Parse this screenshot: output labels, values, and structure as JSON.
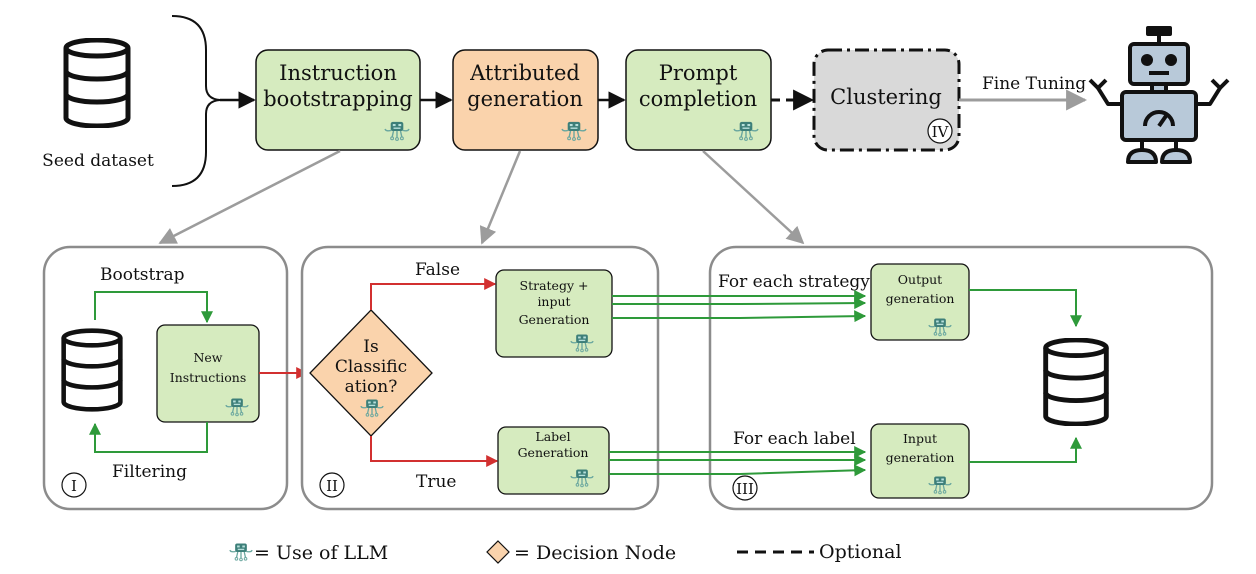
{
  "colors": {
    "green_fill": "#d6ebbf",
    "orange_fill": "#fad3ac",
    "gray_fill": "#d9d9d9",
    "panel_stroke": "#8c8c8c",
    "flow_green": "#2e9a3a",
    "flow_red": "#d23030",
    "flow_gray": "#9c9c9c",
    "robot_steel": "#b8c9d9",
    "llm_icon_teal": "#3d7f79"
  },
  "top_row": {
    "seed_label": "Seed dataset",
    "box1": [
      "Instruction",
      "bootstrapping"
    ],
    "box2": [
      "Attributed",
      "generation"
    ],
    "box3": [
      "Prompt",
      "completion"
    ],
    "box4": "Clustering",
    "box4_marker": "IV",
    "fine_tuning": "Fine Tuning"
  },
  "panel1": {
    "marker": "I",
    "bootstrap": "Bootstrap",
    "filtering": "Filtering",
    "new_instructions": [
      "New",
      "Instructions"
    ]
  },
  "panel2": {
    "marker": "II",
    "decision": [
      "Is",
      "Classific",
      "ation?"
    ],
    "false_label": "False",
    "true_label": "True",
    "strategy_box": [
      "Strategy +",
      "input",
      "Generation"
    ],
    "label_box": [
      "Label",
      "Generation"
    ]
  },
  "panel3": {
    "marker": "III",
    "for_each_strategy": "For each strategy",
    "for_each_label": "For each label",
    "output_box": [
      "Output",
      "generation"
    ],
    "input_box": [
      "Input",
      "generation"
    ]
  },
  "legend": {
    "llm": "= Use of LLM",
    "decision": "= Decision Node",
    "optional": "Optional"
  }
}
